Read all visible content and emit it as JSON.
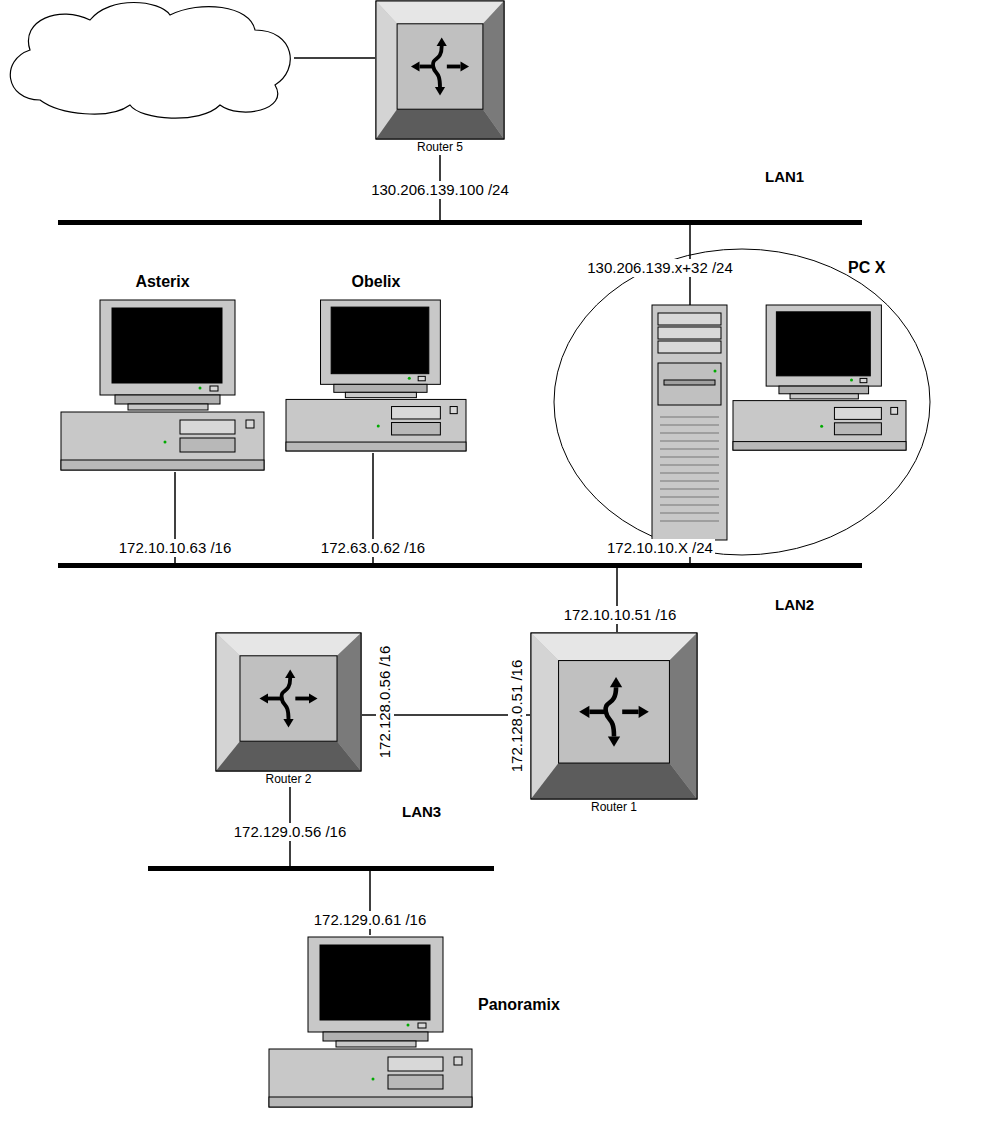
{
  "diagram": {
    "nodes": [
      {
        "text": [
          "Router 5"
        ]
      },
      {
        "text": [
          "LAN1"
        ]
      },
      {
        "text": [
          "Asterix"
        ]
      },
      {
        "text": [
          "Obelix"
        ]
      },
      {
        "text": [
          "PC X"
        ]
      },
      {
        "text": [
          "LAN2"
        ]
      },
      {
        "text": [
          "Router 2"
        ]
      },
      {
        "text": [
          "Router 1"
        ]
      },
      {
        "text": [
          "LAN3"
        ]
      },
      {
        "text": [
          "Panoramix"
        ]
      }
    ],
    "edges": [
      {
        "from": 0,
        "to": 1,
        "arrow": "none",
        "label": "130.206.139.100 /24"
      },
      {
        "from": 2,
        "to": 5,
        "arrow": "none",
        "label": "172.10.10.63 /16"
      },
      {
        "from": 3,
        "to": 5,
        "arrow": "none",
        "label": "172.63.0.62 /16"
      },
      {
        "from": 4,
        "to": 1,
        "arrow": "none",
        "label": "130.206.139.x+32 /24"
      },
      {
        "from": 4,
        "to": 5,
        "arrow": "none",
        "label": "172.10.10.X /24"
      },
      {
        "from": 7,
        "to": 5,
        "arrow": "none",
        "label": "172.10.10.51 /16"
      },
      {
        "from": 6,
        "to": 7,
        "arrow": "none"
      },
      {
        "from": 6,
        "to": 8,
        "arrow": "none",
        "label": "172.129.0.56 /16"
      },
      {
        "from": 9,
        "to": 8,
        "arrow": "none",
        "label": "172.129.0.61 /16"
      }
    ],
    "labels": [
      "172.128.0.56 /16",
      "172.128.0.51 /16"
    ]
  }
}
